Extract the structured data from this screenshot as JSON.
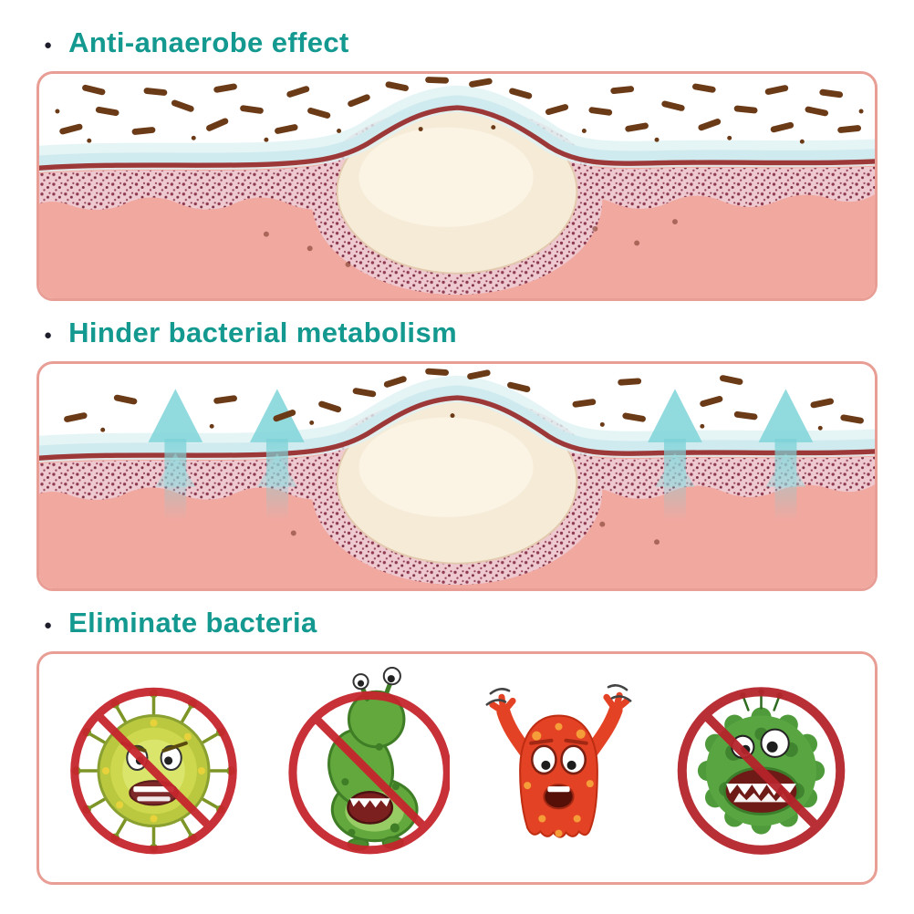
{
  "sections": [
    {
      "bullet": "●",
      "heading": "Anti-anaerobe effect",
      "illustration": "skin-cross-section-with-anaerobic-bacteria-over-cyst"
    },
    {
      "bullet": "●",
      "heading": "Hinder bacterial metabolism",
      "illustration": "skin-cross-section-with-teal-release-arrows"
    },
    {
      "bullet": "●",
      "heading": "Eliminate bacteria",
      "illustration": "four-cartoon-germs-crossed-out",
      "germs": [
        {
          "name": "spiky-round-germ",
          "crossed_out": true
        },
        {
          "name": "green-worm-germ",
          "crossed_out": true
        },
        {
          "name": "red-scared-germ",
          "crossed_out": false
        },
        {
          "name": "green-fuzzy-germ",
          "crossed_out": true
        }
      ]
    }
  ],
  "colors": {
    "heading_teal": "#13998f",
    "panel_border": "#e89e95",
    "tissue_salmon": "#f1a89f",
    "surface_maroon": "#9c3838",
    "mucus_blue": "#cdeaee",
    "bacteria_brown": "#6b3a17",
    "cyst_cream": "#f5ebd7",
    "speckle_pink": "#efc9d0",
    "speckle_dot": "#8e3a50",
    "arrow_teal": "#7ed3d8",
    "prohibition_red": "#c5262d"
  }
}
